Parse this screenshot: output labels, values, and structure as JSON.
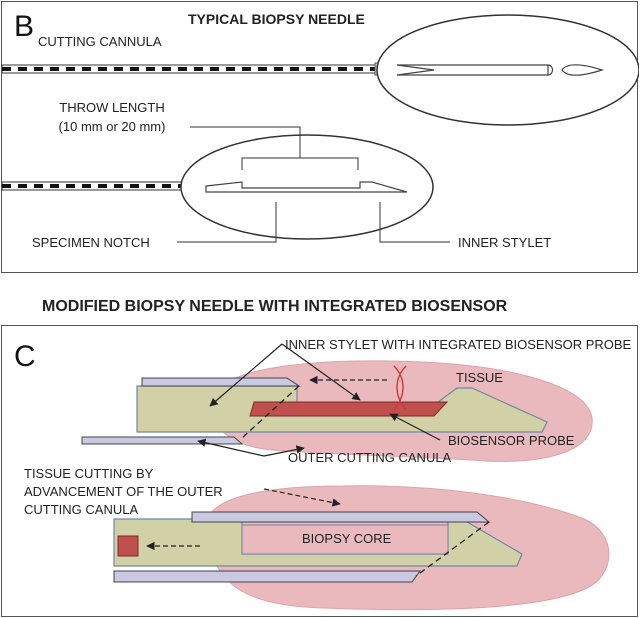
{
  "panel_b": {
    "letter": "B",
    "title": "TYPICAL BIOPSY NEEDLE",
    "labels": {
      "cutting_cannula": "CUTTING CANNULA",
      "throw_length_line1": "THROW LENGTH",
      "throw_length_line2": "(10 mm or 20 mm)",
      "specimen_notch": "SPECIMEN NOTCH",
      "inner_stylet": "INNER STYLET"
    }
  },
  "heading_c": "MODIFIED BIOPSY NEEDLE WITH INTEGRATED BIOSENSOR",
  "panel_c": {
    "letter": "C",
    "labels": {
      "inner_stylet_probe": "INNER STYLET WITH INTEGRATED BIOSENSOR PROBE",
      "tissue": "TISSUE",
      "biosensor_probe": "BIOSENSOR PROBE",
      "outer_cutting_canula": "OUTER CUTTING CANULA",
      "tissue_cutting_line1": "TISSUE CUTTING BY",
      "tissue_cutting_line2": "ADVANCEMENT OF THE OUTER",
      "tissue_cutting_line3": "CUTTING CANULA",
      "biopsy_core": "BIOPSY CORE"
    }
  },
  "colors": {
    "tissue": "#e9b9be",
    "stylet_fill": "#d2d0a6",
    "cannula_fill": "#c9c9e2",
    "probe": "#c0504d",
    "outline": "#444444"
  }
}
